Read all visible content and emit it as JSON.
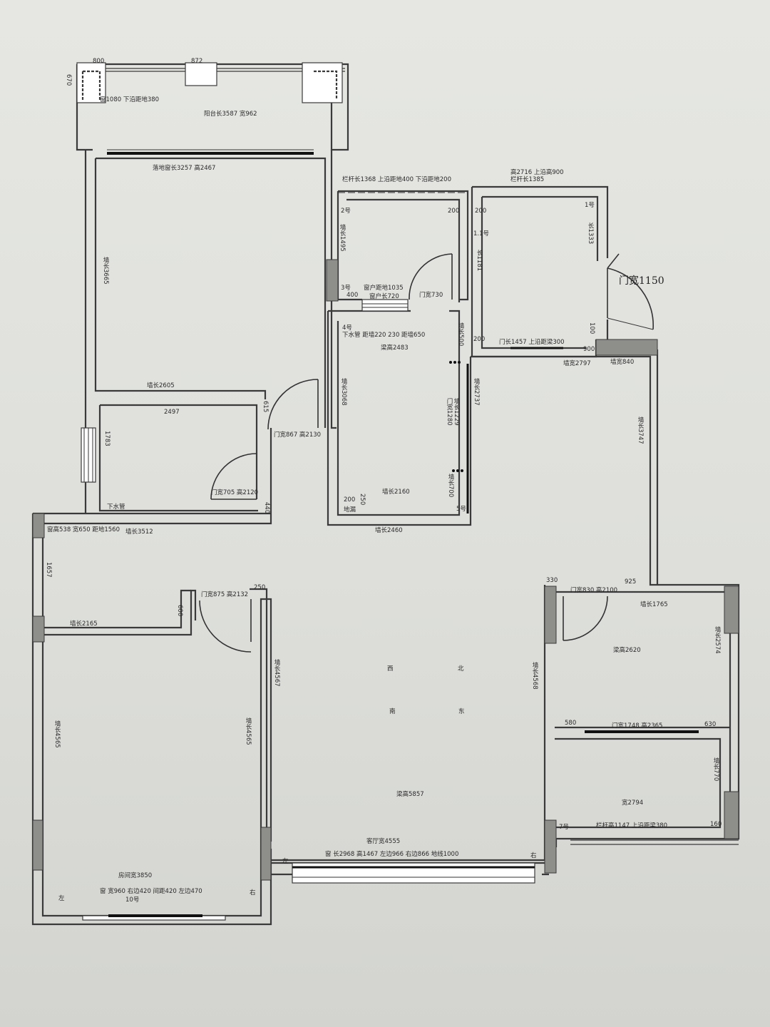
{
  "labels": {
    "balcony_window": "窗1080 下沿距地380",
    "balcony_size": "阳台长3587 宽962",
    "balcony_top_a": "800",
    "balcony_top_b": "872",
    "balcony_left": "670",
    "french_window": "落地窗长3257 高2467",
    "wall_3665": "墙长3665",
    "wall_2605": "墙长2605",
    "small_room_width": "2497",
    "small_room_1783": "1783",
    "drain_pipe": "下水管",
    "door_705": "门宽705 高2120",
    "dim_615": "615",
    "dim_440": "440",
    "door_867": "门宽867 高2130",
    "rail_top": "栏杆长1368 上沿距地400 下沿距地200",
    "r2_no": "2号",
    "r2_wall": "墙长1495",
    "r2_200": "200",
    "r2_400": "400",
    "r2_3": "3号",
    "r2_window": "窗户距地1035",
    "r2_window_len": "窗户长720",
    "r2_door": "门宽730",
    "r1_top": "高2716 上沿高900",
    "r1_rail": "栏杆长1385",
    "r1_no": "1号",
    "r1_11": "1.1号",
    "r1_200a": "200",
    "r1_wall_left": "长1181",
    "r1_wall_right": "长1333",
    "r1_100": "100",
    "r1_door": "门长1457 上沿距梁300",
    "r1_200b": "200",
    "dim_900": "900",
    "door_1150": "门宽1150",
    "k_no": "4号",
    "k_pipe": "下水管 距墙220 230 距墙650",
    "k_beam": "梁高2483",
    "k_wall": "墙长3068",
    "k_wall_right": "墙长500",
    "k_door": "门宽1280",
    "k_wall_1229": "墙长1229",
    "k_wall_700": "墙长700",
    "k_wall_bottom": "墙长2160",
    "k_200": "200",
    "k_floor_drain": "地漏",
    "k_250": "250",
    "k_5": "5号",
    "k_outer": "墙长2460",
    "corridor_2797": "墙宽2797",
    "corridor_2737": "墙长2737",
    "wall_840": "墙宽840",
    "wall_3747": "墙长3747",
    "west_window": "窗高538 宽650 距地1560",
    "wall_3512": "墙长3512",
    "wall_1657": "1657",
    "wall_2165": "墙长2165",
    "door_875": "门宽875 高2132",
    "dim_250": "250",
    "dim_600": "600",
    "wall_4565": "墙长4565",
    "wall_4567": "墙长4567",
    "wall_4565b": "墙长4565",
    "dir_west": "西",
    "dir_north": "北",
    "dir_south": "南",
    "dir_east": "东",
    "beam_5857": "梁高5857",
    "living_width": "客厅宽4555",
    "living_window": "窗 长2968 高1467 左边966 右边866 地线1000",
    "left_bottom": "左",
    "right_bottom": "右",
    "room10_width": "房间宽3850",
    "room10_window": "窗 宽960 右边420 间距420 左边470",
    "room10_no": "10号",
    "left_marker": "左",
    "br_330": "330",
    "br_door": "门宽830 高2100",
    "br_925": "925",
    "br_wall_1765": "墙长1765",
    "br_beam": "梁高2620",
    "br_wall_right": "墙长2574",
    "br_sliding": "门宽1748 高2365",
    "br_580": "580",
    "br_630": "630",
    "sb_wall": "墙长4568",
    "sb_770": "墙长770",
    "sb_width": "宽2794",
    "sb_no": "7号",
    "sb_rail": "栏杆高1147 上沿距梁380",
    "sb_160": "160"
  }
}
